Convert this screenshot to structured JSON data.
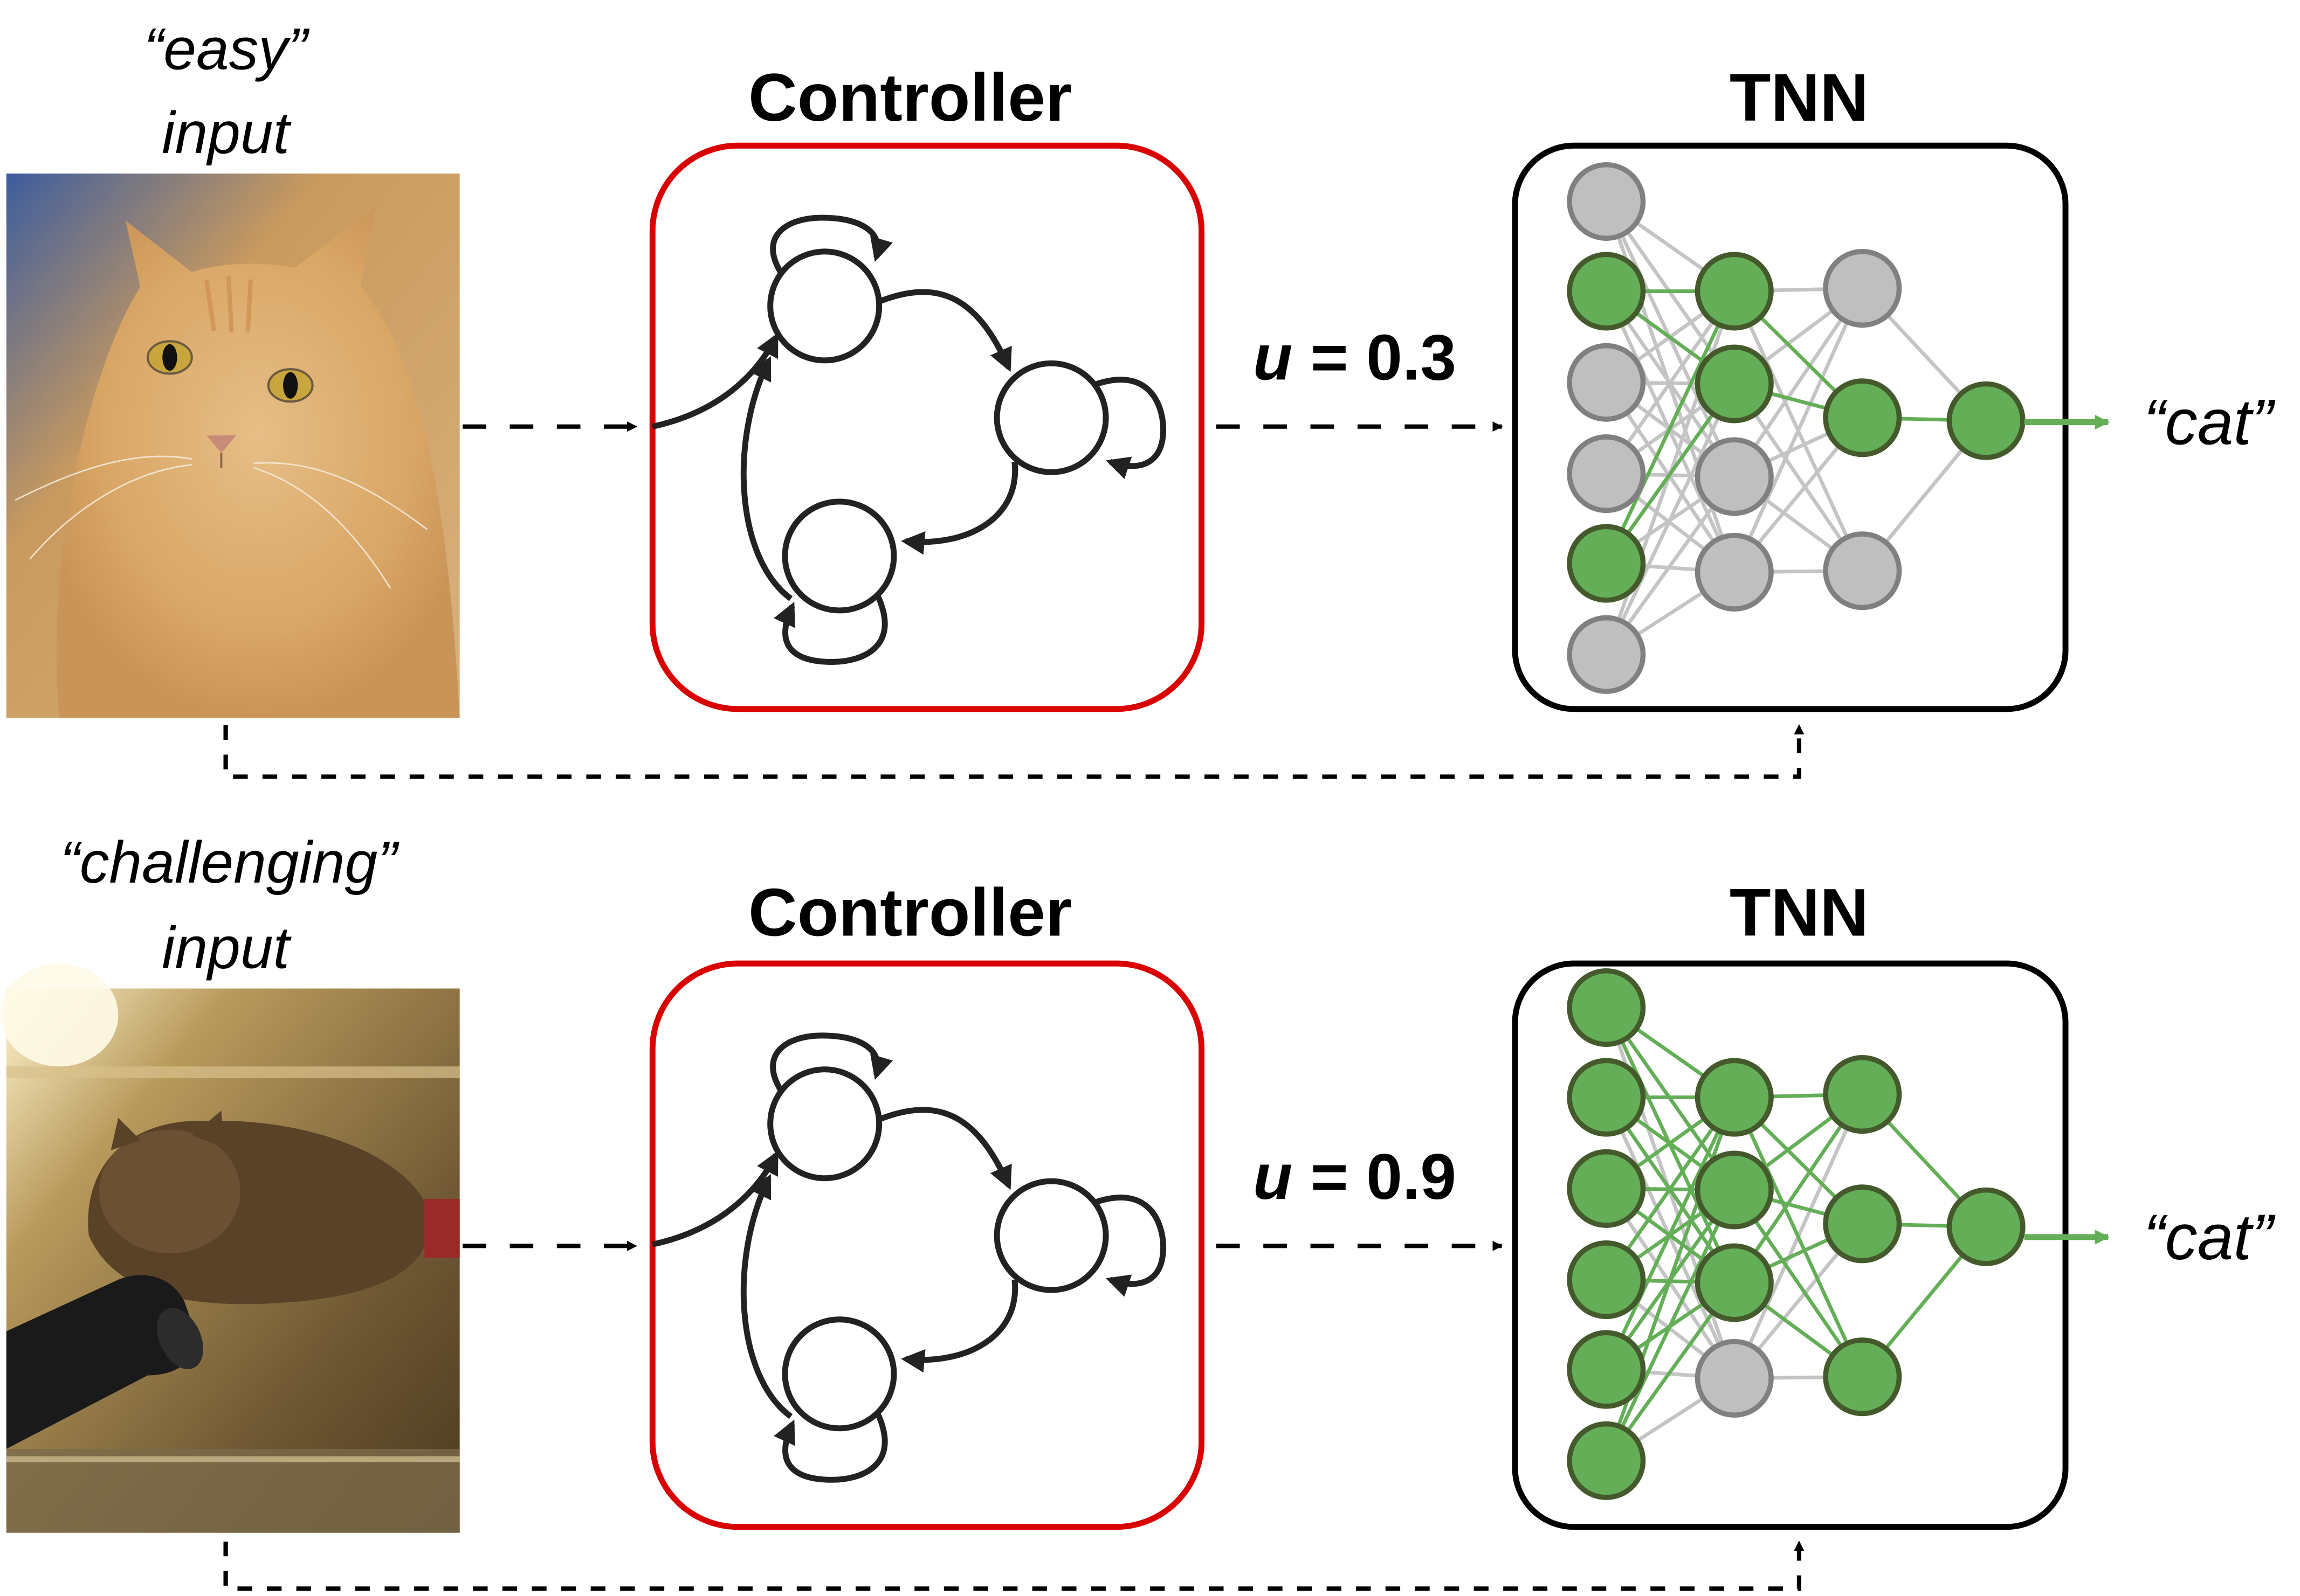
{
  "colors": {
    "controller_border": "#d90000",
    "tnn_border": "#000000",
    "active_fill": "#64ae57",
    "active_stroke": "#445a2c",
    "inactive_fill": "#bfbfbf",
    "inactive_stroke": "#808080",
    "active_edge": "#64ae57",
    "inactive_edge": "#c4c4c4",
    "graph_stroke": "#222222"
  },
  "rows": [
    {
      "id": "easy",
      "input_label_line1": "“easy”",
      "input_label_line2": "input",
      "image_description": "orange long-haired cat, face close-up",
      "controller_title": "Controller",
      "tnn_title": "TNN",
      "u_var": "u",
      "u_eq": " = 0.3",
      "output_label": "“cat”",
      "tnn_layers": [
        [
          false,
          true,
          false,
          false,
          true,
          false
        ],
        [
          true,
          true,
          false,
          false
        ],
        [
          false,
          true,
          false
        ],
        [
          true
        ]
      ]
    },
    {
      "id": "challenging",
      "input_label_line1": "“challenging”",
      "input_label_line2": "input",
      "image_description": "dark long-haired cat lying inside a lit refrigerator next to a wine bottle",
      "controller_title": "Controller",
      "tnn_title": "TNN",
      "u_var": "u",
      "u_eq": " = 0.9",
      "output_label": "“cat”",
      "tnn_layers": [
        [
          true,
          true,
          true,
          true,
          true,
          true
        ],
        [
          true,
          true,
          true,
          false
        ],
        [
          true,
          true,
          true
        ],
        [
          true
        ]
      ]
    }
  ]
}
